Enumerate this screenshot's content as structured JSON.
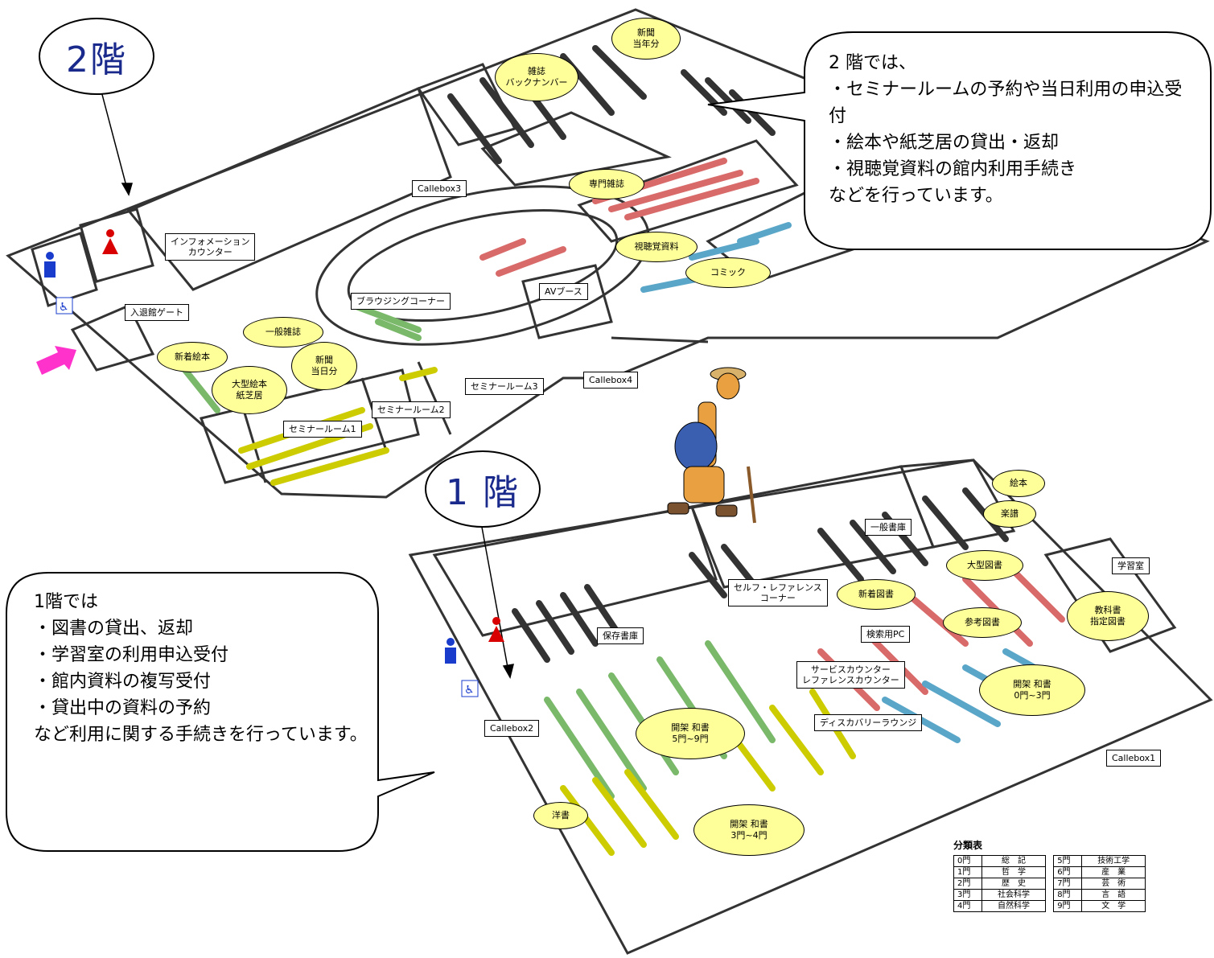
{
  "floor2": {
    "badge": "2階",
    "callout": "2 階では、\n・セミナールームの予約や当日利用の申込受付\n・絵本や紙芝居の貸出・返却\n・視聴覚資料の館内利用手続き\nなどを行っています。",
    "labels": {
      "callebox3": "Callebox3",
      "info_counter": "インフォメーション\nカウンター",
      "gate": "入退館ゲート",
      "browsing": "ブラウジングコーナー",
      "av_booth": "AVブース",
      "callebox4": "Callebox4",
      "seminar1": "セミナールーム1",
      "seminar2": "セミナールーム2",
      "seminar3": "セミナールーム3"
    },
    "zones": {
      "newspaper_year": "新聞\n当年分",
      "magazine_back": "雑誌\nバックナンバー",
      "special_magazine": "専門雑誌",
      "av_materials": "視聴覚資料",
      "comic": "コミック",
      "general_magazine": "一般雑誌",
      "new_picture_books": "新着絵本",
      "newspaper_day": "新聞\n当日分",
      "big_picture_books": "大型絵本\n紙芝居"
    }
  },
  "floor1": {
    "badge": "1 階",
    "callout": "1階では\n・図書の貸出、返却\n・学習室の利用申込受付\n・館内資料の複写受付\n・貸出中の資料の予約\nなど利用に関する手続きを行っています。",
    "labels": {
      "general_stacks": "一般書庫",
      "self_reference": "セルフ・レファレンス\nコーナー",
      "storage": "保存書庫",
      "search_pc": "検索用PC",
      "service_counter": "サービスカウンター\nレファレンスカウンター",
      "study_room": "学習室",
      "discovery": "ディスカバリーラウンジ",
      "callebox1": "Callebox1",
      "callebox2": "Callebox2"
    },
    "zones": {
      "picture_books": "絵本",
      "scores": "楽譜",
      "large_books": "大型図書",
      "new_books": "新着図書",
      "reference_books": "参考図書",
      "textbooks": "教科書\n指定図書",
      "open_jp_0_3": "開架 和書\n0門~3門",
      "open_jp_5_9": "開架 和書\n5門~9門",
      "open_jp_3_4": "開架 和書\n3門~4門",
      "foreign_books": "洋書"
    }
  },
  "legend": {
    "title": "分類表",
    "left": [
      {
        "code": "0門",
        "name": "総　記"
      },
      {
        "code": "1門",
        "name": "哲　学"
      },
      {
        "code": "2門",
        "name": "歴　史"
      },
      {
        "code": "3門",
        "name": "社会科学"
      },
      {
        "code": "4門",
        "name": "自然科学"
      }
    ],
    "right": [
      {
        "code": "5門",
        "name": "技術工学"
      },
      {
        "code": "6門",
        "name": "産　業"
      },
      {
        "code": "7門",
        "name": "芸　術"
      },
      {
        "code": "8門",
        "name": "言　語"
      },
      {
        "code": "9門",
        "name": "文　学"
      }
    ]
  },
  "colors": {
    "badge_text": "#1a2a8c",
    "zone_fill": "#ffff99",
    "green": "#7ab86a",
    "red": "#d96a6a",
    "blue": "#5aa6c8",
    "yellow": "#cccc00",
    "entrance_arrow": "#ff33cc"
  },
  "icons": [
    "male-restroom-icon",
    "female-restroom-icon",
    "accessible-restroom-icon",
    "giraffe-mascot-icon",
    "entrance-arrow-icon"
  ]
}
